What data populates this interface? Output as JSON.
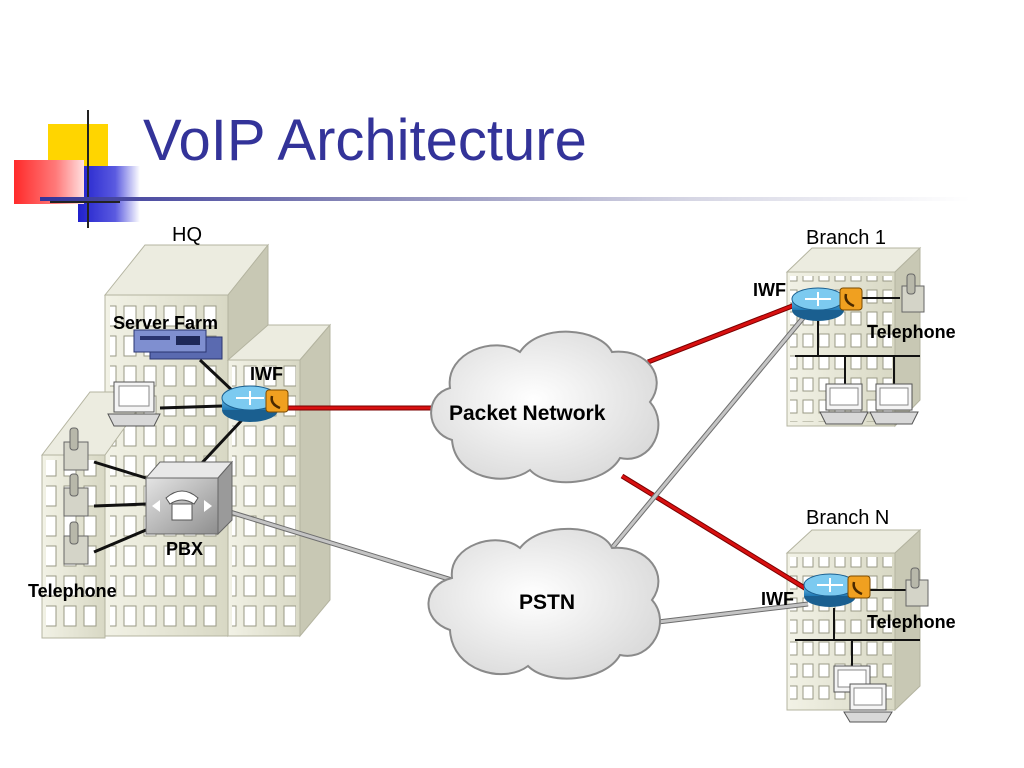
{
  "title": "VoIP Architecture",
  "sites": {
    "hq": "HQ",
    "branch1": "Branch 1",
    "branchN": "Branch N"
  },
  "nodes": {
    "server_farm": "Server Farm",
    "iwf_hq": "IWF",
    "pbx": "PBX",
    "telephone_hq": "Telephone",
    "iwf_b1": "IWF",
    "telephone_b1": "Telephone",
    "iwf_bn": "IWF",
    "telephone_bn": "Telephone"
  },
  "networks": {
    "packet": "Packet Network",
    "pstn": "PSTN"
  },
  "colors": {
    "title": "#333399",
    "packet_link": "#cc0000",
    "pstn_link": "#a0a0a0",
    "router": "#2a8fc8",
    "building": "#e6e6d6"
  }
}
